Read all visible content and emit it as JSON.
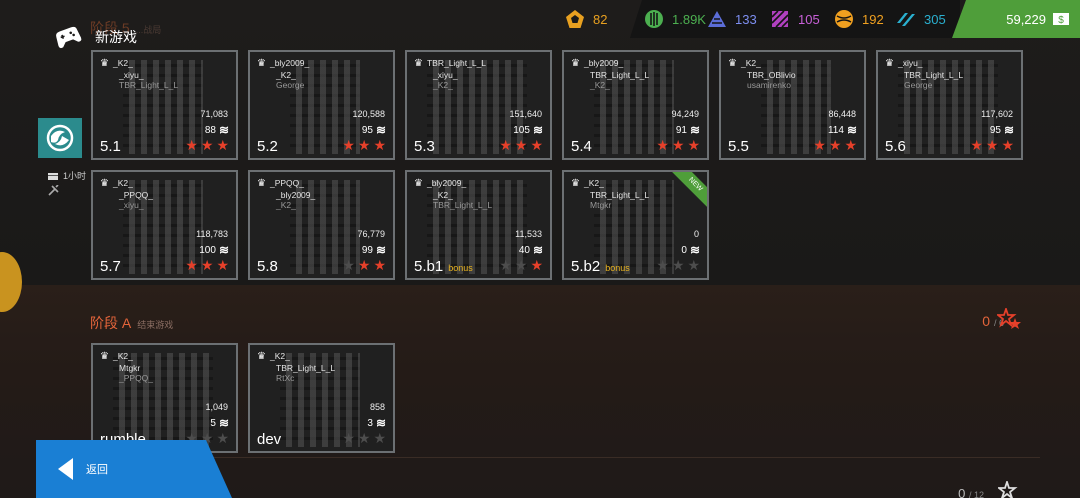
{
  "header": {
    "new_game_label": "新游戏",
    "faded_stage": "阶段 5",
    "faded_stage_sub": "...战局"
  },
  "resources": {
    "pentagon": {
      "value": "82",
      "color": "#e8a020",
      "icon": "pentagon-coin-icon"
    },
    "green": {
      "value": "1.89K",
      "color": "#4caf50",
      "icon": "green-tree-icon"
    },
    "blue": {
      "value": "133",
      "color": "#5b6dd8",
      "icon": "blue-triangle-icon"
    },
    "purple": {
      "value": "105",
      "color": "#b040c0",
      "icon": "purple-stripes-icon"
    },
    "orange": {
      "value": "192",
      "color": "#f0a020",
      "icon": "orange-ball-icon"
    },
    "cyan": {
      "value": "305",
      "color": "#2ab0d0",
      "icon": "cyan-stripes-icon"
    },
    "money": {
      "value": "59,229",
      "color": "#4f9e3a",
      "icon": "money-icon"
    }
  },
  "side": {
    "timer_label": "1小时"
  },
  "stage5": {
    "levels": [
      {
        "code": "5.1",
        "players": [
          "_K2_",
          "_xiyu_",
          "TBR_Light_L_L"
        ],
        "score": "71,083",
        "waves": "88",
        "stars": 3,
        "bonus": ""
      },
      {
        "code": "5.2",
        "players": [
          "_bly2009_",
          "_K2_",
          "George"
        ],
        "score": "120,588",
        "waves": "95",
        "stars": 3,
        "bonus": ""
      },
      {
        "code": "5.3",
        "players": [
          "TBR_Light_L_L",
          "_xiyu_",
          "_K2_"
        ],
        "score": "151,640",
        "waves": "105",
        "stars": 3,
        "bonus": ""
      },
      {
        "code": "5.4",
        "players": [
          "_bly2009_",
          "TBR_Light_L_L",
          "_K2_"
        ],
        "score": "94,249",
        "waves": "91",
        "stars": 3,
        "bonus": ""
      },
      {
        "code": "5.5",
        "players": [
          "_K2_",
          "TBR_OBlivio",
          "usamirenko"
        ],
        "score": "86,448",
        "waves": "114",
        "stars": 3,
        "bonus": ""
      },
      {
        "code": "5.6",
        "players": [
          "_xiyu_",
          "TBR_Light_L_L",
          "George"
        ],
        "score": "117,602",
        "waves": "95",
        "stars": 3,
        "bonus": ""
      },
      {
        "code": "5.7",
        "players": [
          "_K2_",
          "_PPQQ_",
          "_xiyu_"
        ],
        "score": "118,783",
        "waves": "100",
        "stars": 3,
        "bonus": ""
      },
      {
        "code": "5.8",
        "players": [
          "_PPQQ_",
          "_bly2009_",
          "_K2_"
        ],
        "score": "76,779",
        "waves": "99",
        "stars": 2,
        "bonus": ""
      },
      {
        "code": "5.b1",
        "players": [
          "_bly2009_",
          "_K2_",
          "TBR_Light_L_L"
        ],
        "score": "11,533",
        "waves": "40",
        "stars": 1,
        "bonus": "bonus"
      },
      {
        "code": "5.b2",
        "players": [
          "_K2_",
          "TBR_Light_L_L",
          "Mtgkr"
        ],
        "score": "0",
        "waves": "0",
        "stars": 0,
        "bonus": "bonus",
        "new": "NEW"
      }
    ]
  },
  "stageA": {
    "title": "阶段 A",
    "subtitle": "结束游戏",
    "progress": "0",
    "progress_total": "/ 6",
    "levels": [
      {
        "code": "rumble",
        "players": [
          "_K2_",
          "Mtgkr",
          "_PPQQ_"
        ],
        "score": "1,049",
        "waves": "5",
        "stars": 0
      },
      {
        "code": "dev",
        "players": [
          "_K2_",
          "TBR_Light_L_L",
          "RtXc"
        ],
        "score": "858",
        "waves": "3",
        "stars": 0
      }
    ]
  },
  "next_stage": {
    "progress": "0",
    "progress_total": "/ 12"
  },
  "back_button": {
    "label": "返回"
  }
}
